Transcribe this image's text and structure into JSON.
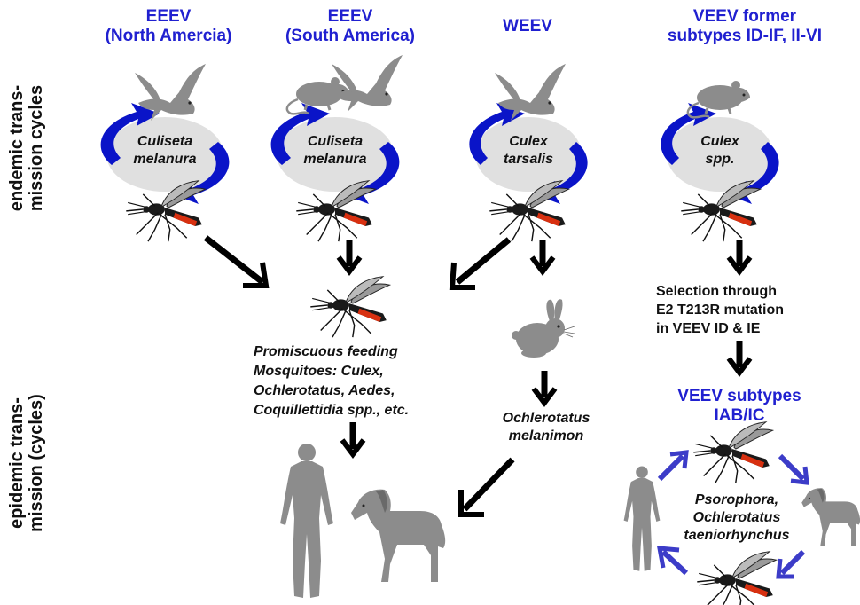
{
  "headers": {
    "eeev_na": [
      "EEEV",
      "(North Amercia)"
    ],
    "eeev_sa": [
      "EEEV",
      "(South America)"
    ],
    "weev": [
      "WEEV"
    ],
    "veev": [
      "VEEV former",
      "subtypes ID-IF, II-VI"
    ]
  },
  "side_labels": {
    "endemic": [
      "endemic trans-",
      "mission cycles"
    ],
    "epidemic": [
      "epidemic trans-",
      "mission (cycles)"
    ]
  },
  "cycle_vectors": {
    "eeev_na": [
      "Culiseta",
      "melanura"
    ],
    "eeev_sa": [
      "Culiseta",
      "melanura"
    ],
    "weev": [
      "Culex",
      "tarsalis"
    ],
    "veev": [
      "Culex",
      "spp."
    ]
  },
  "bridge_vectors": [
    "Promiscuous feeding",
    "Mosquitoes: Culex,",
    "Ochlerotatus, Aedes,",
    "Coquillettidia spp., etc."
  ],
  "rabbit_vector": [
    "Ochlerotatus",
    "melanimon"
  ],
  "selection_note": [
    "Selection through",
    "E2 T213R mutation",
    "in VEEV ID & IE"
  ],
  "veev_epidemic_title": [
    "VEEV subtypes",
    "IAB/IC"
  ],
  "veev_epidemic_vectors": [
    "Psorophora,",
    "Ochlerotatus",
    "taeniorhynchus"
  ],
  "colors": {
    "header_blue": "#2020d0",
    "cycle_arrow": "#0a14c8",
    "epidemic_arrow": "#3c3cc8",
    "animal_gray": "#8c8c8c",
    "ellipse_fill": "#e0e0e0"
  },
  "icons": [
    "bird-icon",
    "rodent-icon",
    "mosquito-icon",
    "rabbit-icon",
    "human-icon",
    "horse-icon"
  ]
}
